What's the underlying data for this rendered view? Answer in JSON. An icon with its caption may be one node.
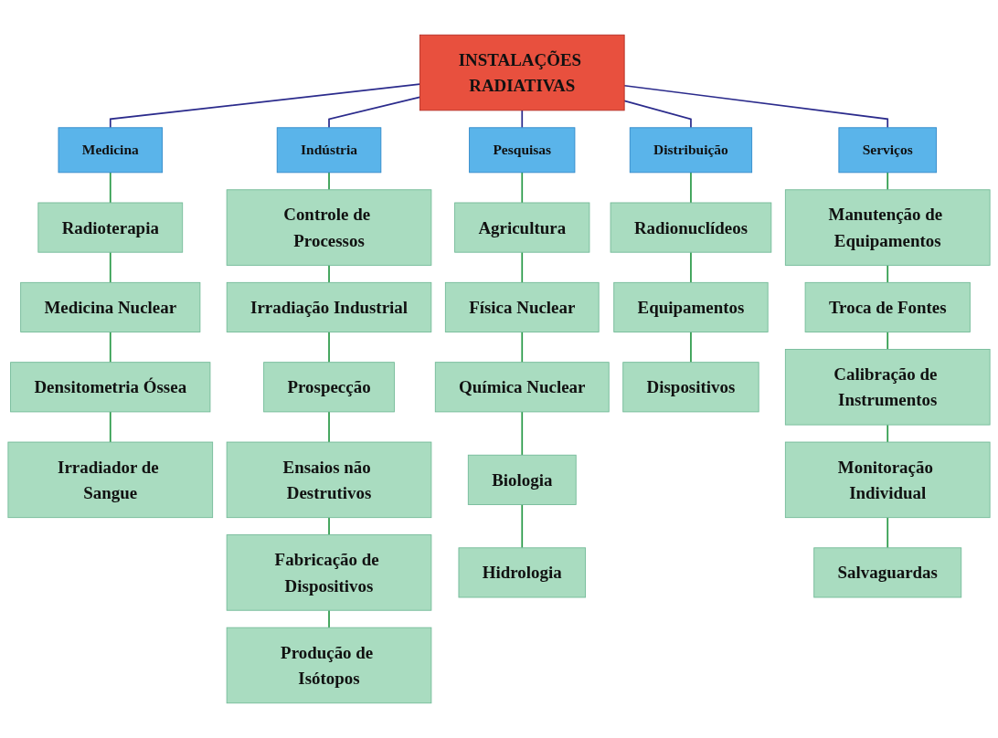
{
  "diagram": {
    "nodes": [
      {
        "text": [
          "INSTALAÇÕES RADIATIVAS"
        ]
      },
      {
        "text": [
          "Medicina"
        ]
      },
      {
        "text": [
          "Indústria"
        ]
      },
      {
        "text": [
          "Pesquisas"
        ]
      },
      {
        "text": [
          "Distribuição"
        ]
      },
      {
        "text": [
          "Serviços"
        ]
      },
      {
        "text": [
          "Radioterapia"
        ]
      },
      {
        "text": [
          "Medicina Nuclear"
        ]
      },
      {
        "text": [
          "Densitometria Óssea"
        ]
      },
      {
        "text": [
          "Irradiador de Sangue"
        ]
      },
      {
        "text": [
          "Controle de Processos"
        ]
      },
      {
        "text": [
          "Irradiação Industrial"
        ]
      },
      {
        "text": [
          "Prospecção"
        ]
      },
      {
        "text": [
          "Ensaios não Destrutivos"
        ]
      },
      {
        "text": [
          "Fabricação de Dispositivos"
        ]
      },
      {
        "text": [
          "Produção de Isótopos"
        ]
      },
      {
        "text": [
          "Agricultura"
        ]
      },
      {
        "text": [
          "Física Nuclear"
        ]
      },
      {
        "text": [
          "Química Nuclear"
        ]
      },
      {
        "text": [
          "Biologia"
        ]
      },
      {
        "text": [
          "Hidrologia"
        ]
      },
      {
        "text": [
          "Radionuclídeos"
        ]
      },
      {
        "text": [
          "Equipamentos"
        ]
      },
      {
        "text": [
          "Dispositivos"
        ]
      },
      {
        "text": [
          "Manutenção de Equipamentos"
        ]
      },
      {
        "text": [
          "Troca de Fontes"
        ]
      },
      {
        "text": [
          "Calibração de Instrumentos"
        ]
      },
      {
        "text": [
          "Monitoração Individual"
        ]
      },
      {
        "text": [
          "Salvaguardas"
        ]
      }
    ],
    "edges": [
      {
        "from": 0,
        "to": 1,
        "arrow": "none",
        "color": "#2b2b8c"
      },
      {
        "from": 0,
        "to": 2,
        "arrow": "none",
        "color": "#2b2b8c"
      },
      {
        "from": 0,
        "to": 3,
        "arrow": "none",
        "color": "#2b2b8c"
      },
      {
        "from": 0,
        "to": 4,
        "arrow": "none",
        "color": "#2b2b8c"
      },
      {
        "from": 0,
        "to": 5,
        "arrow": "none",
        "color": "#2b2b8c"
      },
      {
        "from": 1,
        "to": 6,
        "arrow": "none"
      },
      {
        "from": 6,
        "to": 7,
        "arrow": "none"
      },
      {
        "from": 7,
        "to": 8,
        "arrow": "none"
      },
      {
        "from": 8,
        "to": 9,
        "arrow": "none"
      },
      {
        "from": 2,
        "to": 10,
        "arrow": "none"
      },
      {
        "from": 10,
        "to": 11,
        "arrow": "none"
      },
      {
        "from": 11,
        "to": 12,
        "arrow": "none"
      },
      {
        "from": 12,
        "to": 13,
        "arrow": "none"
      },
      {
        "from": 13,
        "to": 14,
        "arrow": "none"
      },
      {
        "from": 14,
        "to": 15,
        "arrow": "none"
      },
      {
        "from": 3,
        "to": 16,
        "arrow": "none"
      },
      {
        "from": 16,
        "to": 17,
        "arrow": "none"
      },
      {
        "from": 17,
        "to": 18,
        "arrow": "none"
      },
      {
        "from": 18,
        "to": 19,
        "arrow": "none"
      },
      {
        "from": 19,
        "to": 20,
        "arrow": "none"
      },
      {
        "from": 4,
        "to": 21,
        "arrow": "none"
      },
      {
        "from": 21,
        "to": 22,
        "arrow": "none"
      },
      {
        "from": 22,
        "to": 23,
        "arrow": "none"
      },
      {
        "from": 5,
        "to": 24,
        "arrow": "none"
      },
      {
        "from": 24,
        "to": 25,
        "arrow": "none"
      },
      {
        "from": 25,
        "to": 26,
        "arrow": "none"
      },
      {
        "from": 26,
        "to": 27,
        "arrow": "none"
      },
      {
        "from": 27,
        "to": 28,
        "arrow": "none"
      }
    ]
  }
}
